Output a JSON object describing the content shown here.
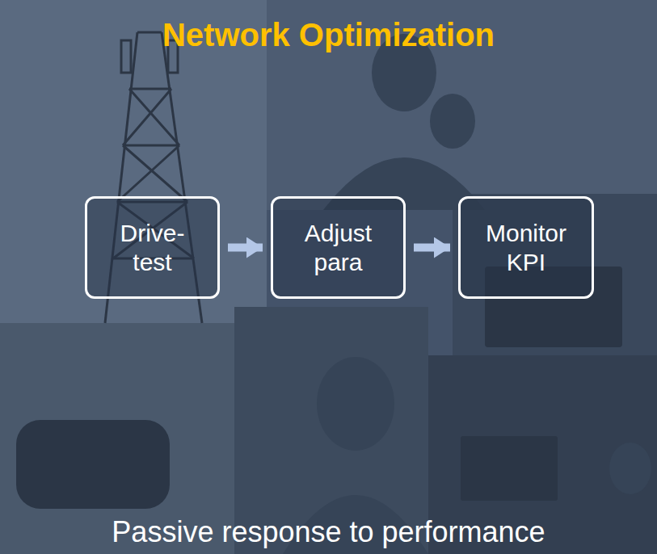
{
  "diagram": {
    "title": "Network Optimization",
    "caption": "Passive response to performance",
    "nodes": [
      {
        "text": [
          "Drive-test"
        ]
      },
      {
        "text": [
          "Adjust para"
        ]
      },
      {
        "text": [
          "Monitor KPI"
        ]
      }
    ],
    "edges": [
      {
        "from": 0,
        "to": 1,
        "arrow": "to"
      },
      {
        "from": 1,
        "to": 2,
        "arrow": "to"
      }
    ]
  }
}
